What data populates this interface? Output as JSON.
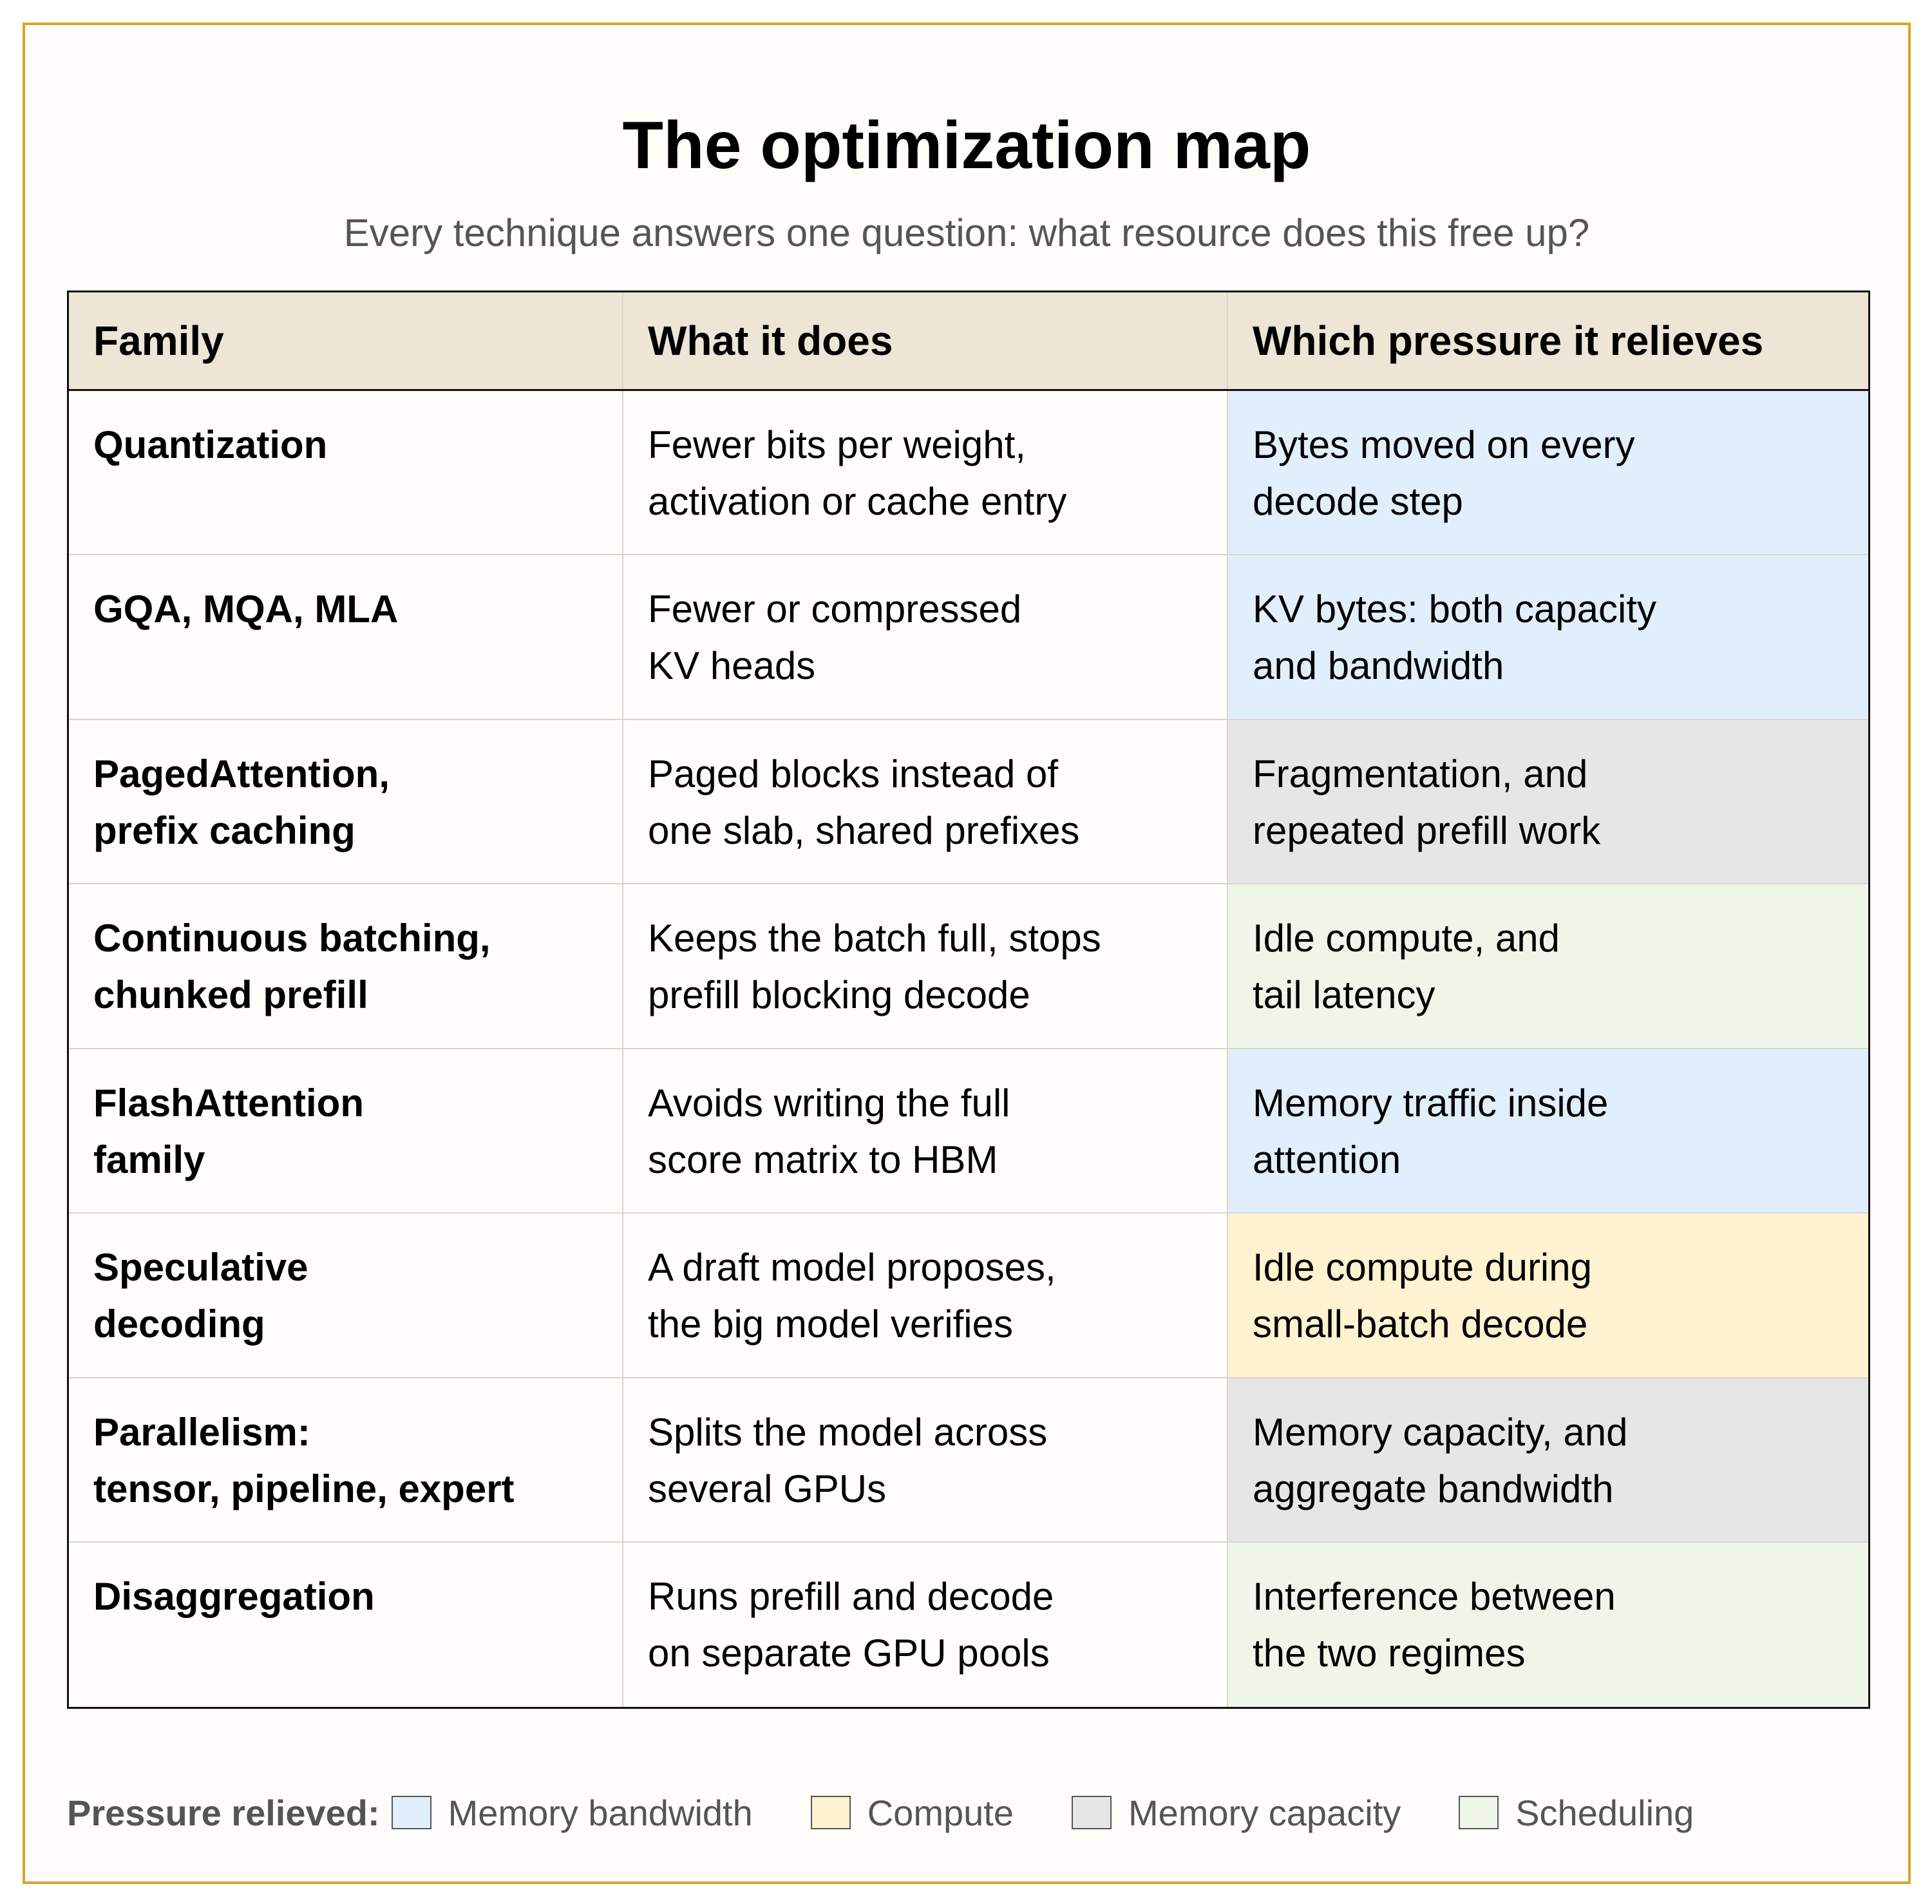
{
  "title": "The optimization map",
  "subtitle": "Every technique answers one question: what resource does this free up?",
  "table": {
    "headers": [
      "Family",
      "What it does",
      "Which pressure it relieves"
    ],
    "rows": [
      {
        "family": [
          "Quantization"
        ],
        "what": [
          "Fewer bits per weight,",
          "activation or cache entry"
        ],
        "pressure": [
          "Bytes moved on every",
          "decode step"
        ],
        "category": "memory_bandwidth"
      },
      {
        "family": [
          "GQA, MQA, MLA"
        ],
        "what": [
          "Fewer or compressed",
          "KV heads"
        ],
        "pressure": [
          "KV bytes: both capacity",
          "and bandwidth"
        ],
        "category": "memory_bandwidth"
      },
      {
        "family": [
          "PagedAttention,",
          "prefix caching"
        ],
        "what": [
          "Paged blocks instead of",
          "one slab, shared prefixes"
        ],
        "pressure": [
          "Fragmentation, and",
          "repeated prefill work"
        ],
        "category": "memory_capacity"
      },
      {
        "family": [
          "Continuous batching,",
          "chunked prefill"
        ],
        "what": [
          "Keeps the batch full, stops",
          "prefill blocking decode"
        ],
        "pressure": [
          "Idle compute, and",
          "tail latency"
        ],
        "category": "scheduling"
      },
      {
        "family": [
          "FlashAttention",
          "family"
        ],
        "what": [
          "Avoids writing the full",
          "score matrix to HBM"
        ],
        "pressure": [
          "Memory traffic inside",
          "attention"
        ],
        "category": "memory_bandwidth"
      },
      {
        "family": [
          "Speculative",
          "decoding"
        ],
        "what": [
          "A draft model proposes,",
          "the big model verifies"
        ],
        "pressure": [
          "Idle compute during",
          "small-batch decode"
        ],
        "category": "compute"
      },
      {
        "family": [
          "Parallelism:",
          "tensor, pipeline, expert"
        ],
        "what": [
          "Splits the model across",
          "several GPUs"
        ],
        "pressure": [
          "Memory capacity, and",
          "aggregate bandwidth"
        ],
        "category": "memory_capacity"
      },
      {
        "family": [
          "Disaggregation"
        ],
        "what": [
          "Runs prefill and decode",
          "on separate GPU pools"
        ],
        "pressure": [
          "Interference between",
          "the two regimes"
        ],
        "category": "scheduling"
      }
    ]
  },
  "legend": {
    "title": "Pressure relieved:",
    "items": [
      {
        "key": "memory_bandwidth",
        "label": "Memory bandwidth",
        "color": "#e1effd"
      },
      {
        "key": "compute",
        "label": "Compute",
        "color": "#fef2d0"
      },
      {
        "key": "memory_capacity",
        "label": "Memory capacity",
        "color": "#e6e6e6"
      },
      {
        "key": "scheduling",
        "label": "Scheduling",
        "color": "#eff5e9"
      }
    ]
  }
}
